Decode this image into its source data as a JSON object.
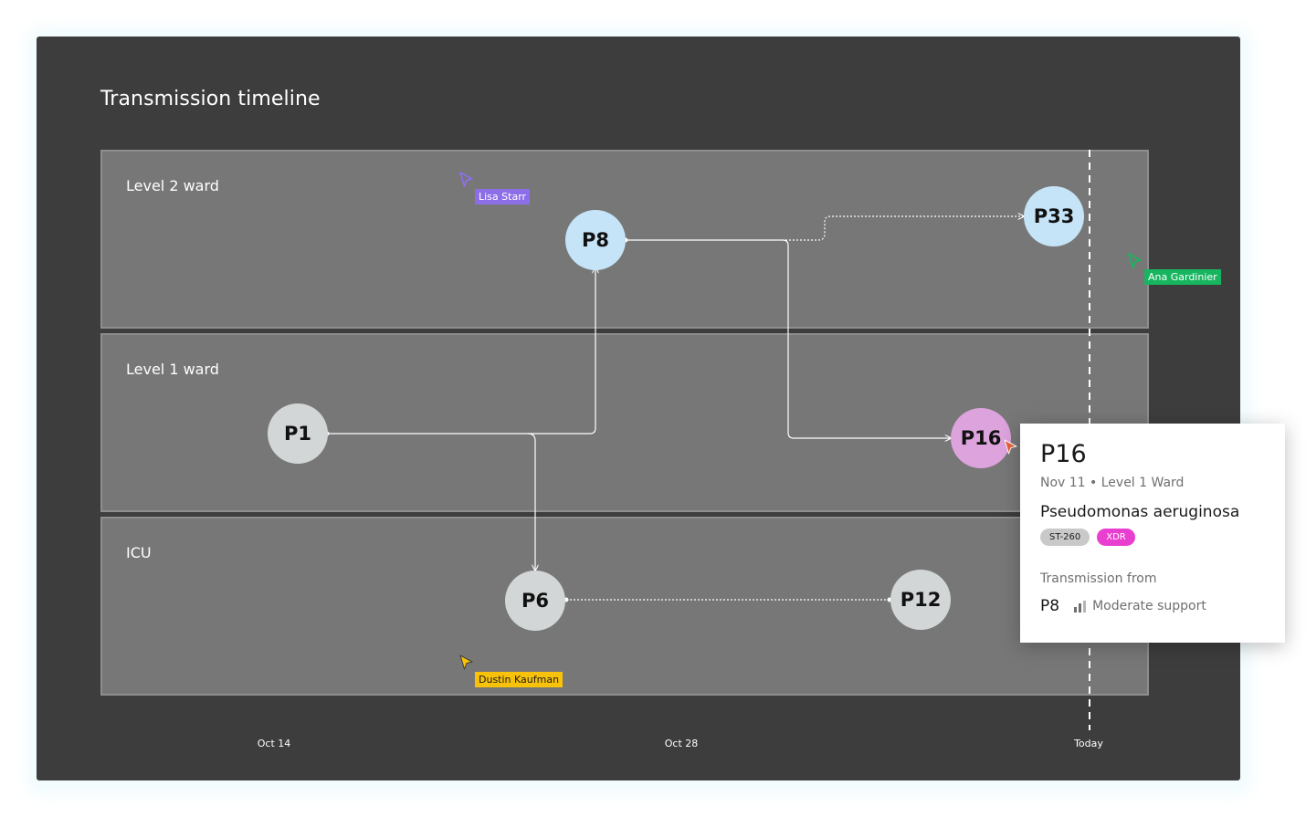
{
  "title": "Transmission timeline",
  "lanes": [
    {
      "label": "Level 2 ward"
    },
    {
      "label": "Level 1 ward"
    },
    {
      "label": "ICU"
    }
  ],
  "nodes": [
    {
      "id": "P8",
      "lane": "Level 2 ward",
      "color": "#c6e4f7"
    },
    {
      "id": "P33",
      "lane": "Level 2 ward",
      "color": "#c6e4f7"
    },
    {
      "id": "P1",
      "lane": "Level 1 ward",
      "color": "#d2d6d6"
    },
    {
      "id": "P16",
      "lane": "Level 1 ward",
      "color": "#dca3dc"
    },
    {
      "id": "P6",
      "lane": "ICU",
      "color": "#d2d6d6"
    },
    {
      "id": "P12",
      "lane": "ICU",
      "color": "#d2d6d6"
    }
  ],
  "axis": {
    "labels": [
      "Oct 14",
      "Oct 28",
      "Today"
    ]
  },
  "collaborators": [
    {
      "name": "Lisa Starr",
      "color": "#8d6ee9"
    },
    {
      "name": "Ana Gardinier",
      "color": "#17b55f"
    },
    {
      "name": "Dustin Kaufman",
      "color": "#f8c20a"
    }
  ],
  "popup": {
    "title": "P16",
    "meta": "Nov 11 • Level 1 Ward",
    "organism": "Pseudomonas aeruginosa",
    "badges": [
      "ST-260",
      "XDR"
    ],
    "transmission_label": "Transmission from",
    "source": "P8",
    "support": "Moderate support"
  }
}
